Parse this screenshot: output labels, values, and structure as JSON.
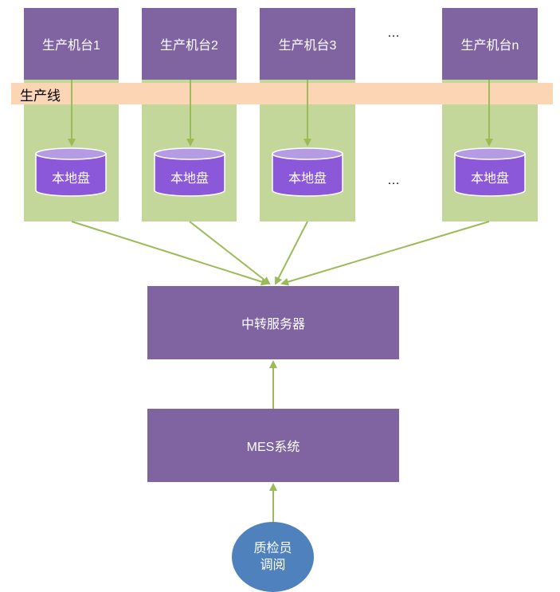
{
  "machines": [
    "生产机台1",
    "生产机台2",
    "生产机台3",
    "生产机台n"
  ],
  "ellipsis": "…",
  "line_label": "生产线",
  "disk_label": "本地盘",
  "relay_server": "中转服务器",
  "mes_system": "MES系统",
  "inspector": {
    "line1": "质检员",
    "line2": "调阅"
  },
  "colors": {
    "machine": "#8064a2",
    "green_column": "#c4d79b",
    "production_line_band": "#fcd5b5",
    "disk": "#8b58d9",
    "arrow": "#9bbb59",
    "inspector": "#4f81bd"
  }
}
